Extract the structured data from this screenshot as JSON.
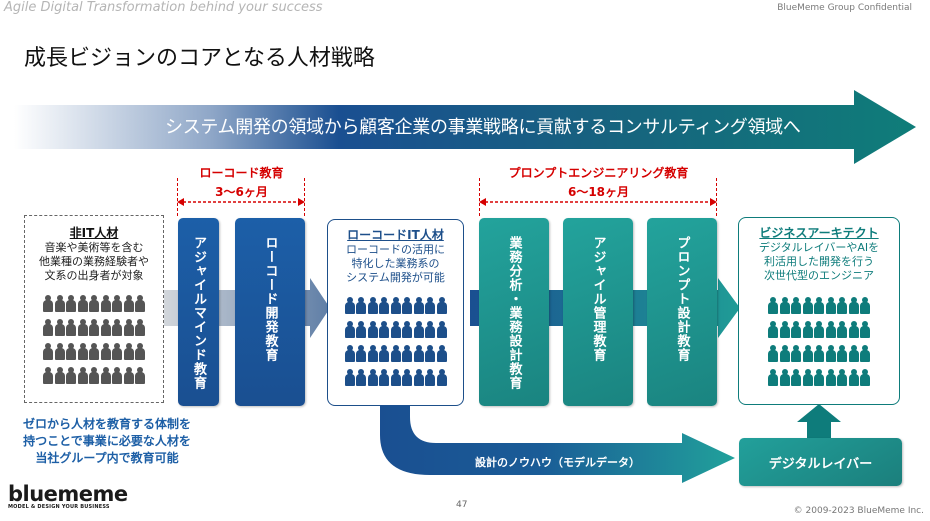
{
  "header": {
    "tagline": "Agile Digital Transformation behind your success",
    "confidential": "BlueMeme Group Confidential",
    "title": "成長ビジョンのコアとなる人材戦略"
  },
  "banner": {
    "text": "システム開発の領域から顧客企業の事業戦略に貢献するコンサルティング領域へ"
  },
  "brackets": [
    {
      "label": "ローコード教育",
      "duration": "3～6ヶ月"
    },
    {
      "label": "プロンプトエンジニアリング教育",
      "duration": "6～18ヶ月"
    }
  ],
  "stages": {
    "non_it": {
      "title": "非IT人材",
      "desc": [
        "音楽や美術等を含む",
        "他業種の業務経験者や",
        "文系の出身者が対象"
      ]
    },
    "lowcode_it": {
      "title": "ローコードIT人材",
      "desc": [
        "ローコードの活用に",
        "特化した業務系の",
        "システム開発が可能"
      ]
    },
    "business_architect": {
      "title": "ビジネスアーキテクト",
      "desc": [
        "デジタルレイバーやAIを",
        "利活用した開発を行う",
        "次世代型のエンジニア"
      ]
    }
  },
  "education_bars": [
    {
      "label": "アジャイルマインド教育",
      "color": "blue"
    },
    {
      "label": "ローコード開発教育",
      "color": "blue"
    },
    {
      "label": "業務分析・業務設計教育",
      "color": "teal"
    },
    {
      "label": "アジャイル管理教育",
      "color": "teal"
    },
    {
      "label": "プロンプト設計教育",
      "color": "teal"
    }
  ],
  "people_icons": {
    "rows": 4,
    "cols": 9,
    "colors": {
      "non_it": "#555555",
      "lowcode_it": "#1d4f8a",
      "business_architect": "#0e7c7b"
    }
  },
  "bottom_note": [
    "ゼロから人材を教育する体制を",
    "持つことで事業に必要な人材を",
    "当社グループ内で教育可能"
  ],
  "knowhow_arrow": {
    "label": "設計のノウハウ（モデルデータ）"
  },
  "digital_labor": {
    "label": "デジタルレイバー"
  },
  "footer": {
    "logo": "bluememe",
    "logo_sub": "MODEL & DESIGN YOUR BUSINESS",
    "page_number": "47",
    "copyright": "© 2009-2023 BlueMeme Inc."
  },
  "colors": {
    "accent_red": "#d50000",
    "brand_blue": "#1d4f8a",
    "brand_teal": "#0e7c7b"
  }
}
